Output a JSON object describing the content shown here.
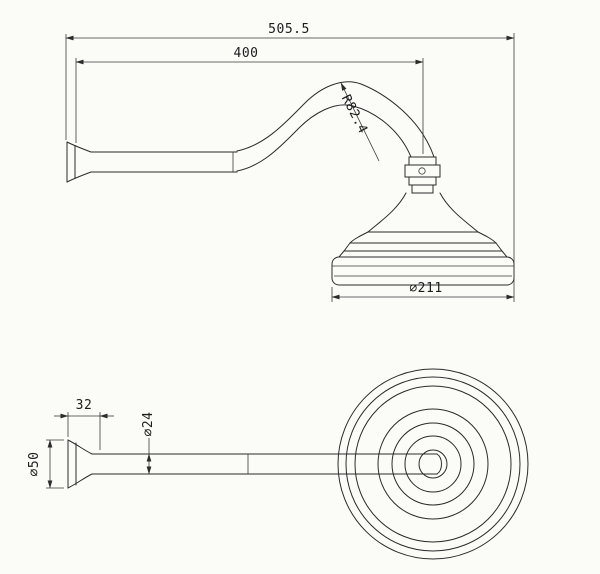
{
  "page": {
    "background": "#fbfbf8",
    "line_color": "#2b2b2b",
    "text_color": "#1c1c1c"
  },
  "drawing": {
    "dimensions": {
      "overall_length": {
        "value": "505.5"
      },
      "arm_length": {
        "value": "400"
      },
      "bend_radius": {
        "value": "R82.4"
      },
      "head_diameter": {
        "value": "⌀211"
      },
      "flange_depth": {
        "value": "32"
      },
      "pipe_diameter": {
        "value": "⌀24"
      },
      "flange_diameter": {
        "value": "⌀50"
      }
    }
  }
}
